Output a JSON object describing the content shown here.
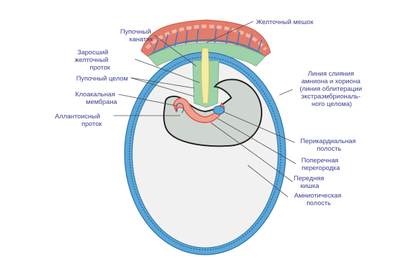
{
  "colors": {
    "label_text": "#3a3f8a",
    "leader": "#4b4b4b",
    "amnion_blue": "#5aa7d8",
    "cavity_fill": "#f1f1f1",
    "embryo_fill": "#cfd6d0",
    "mesoderm_green": "#9ed2a8",
    "endoderm_yellow": "#f6eca0",
    "chorion_red": "#e07060",
    "ecto_red": "#e24c3c"
  },
  "labels": {
    "yolk_sac": "Желточный мешок",
    "umbilical_cord": [
      "Пупочный",
      "канатик"
    ],
    "overgrown_yolk_duct": [
      "Заросший",
      "желточный",
      "проток"
    ],
    "umbilical_coelom": "Пупочный целом",
    "cloacal_membrane": [
      "Клоакальная",
      "мембрана"
    ],
    "allantoic_duct": [
      "Аллантоисный",
      "проток"
    ],
    "fusion_line": [
      "Линия слияния",
      "амниона и хориона",
      "(линия облитерации",
      "экстраэмбриональ-",
      "ного целома)"
    ],
    "pericardial_cavity": [
      "Перикардиальная",
      "полость"
    ],
    "transverse_septum": [
      "Поперечная",
      "перегородка"
    ],
    "foregut": [
      "Передняя",
      "кишка"
    ],
    "amniotic_cavity": [
      "Амниотическая",
      "полость"
    ]
  }
}
